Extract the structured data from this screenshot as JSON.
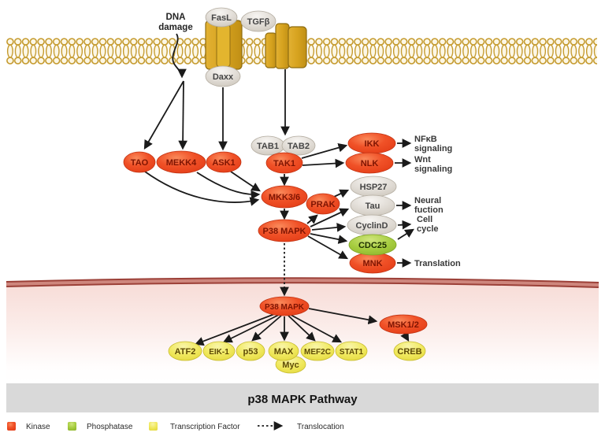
{
  "annotations": {
    "dna1": "DNA",
    "dna2": "damage"
  },
  "nodes": {
    "fasl": "FasL",
    "tgfb": "TGFβ",
    "daxx": "Daxx",
    "tab1": "TAB1",
    "tab2": "TAB2",
    "tak1": "TAK1",
    "tao": "TAO",
    "mekk4": "MEKK4",
    "ask1": "ASK1",
    "ikk": "IKK",
    "nlk": "NLK",
    "mkk36": "MKK3/6",
    "p38": "P38 MAPK",
    "prak": "PRAK",
    "hsp27": "HSP27",
    "tau": "Tau",
    "cyclind": "CyclinD",
    "cdc25": "CDC25",
    "mnk": "MNK",
    "p38_nuclear": "P38 MAPK",
    "msk12": "MSK1/2",
    "atf2": "ATF2",
    "eik1": "EIK-1",
    "p53": "p53",
    "max": "MAX",
    "myc": "Myc",
    "mef2c": "MEF2C",
    "stat1": "STAT1",
    "creb": "CREB"
  },
  "outputs": {
    "nfkb1": "NFκB",
    "nfkb2": "signaling",
    "wnt1": "Wnt",
    "wnt2": "signaling",
    "neural1": "Neural",
    "neural2": "fuction",
    "cell1": "Cell",
    "cell2": "cycle",
    "translation": "Translation"
  },
  "footer": {
    "title": "p38 MAPK Pathway"
  },
  "legend": {
    "kinase": "Kinase",
    "phosphatase": "Phosphatase",
    "transcription_factor": "Transcription Factor",
    "translocation": "Translocation"
  },
  "colors": {
    "kinase": "#EE4423",
    "phosphatase": "#9DC73A",
    "transcription_factor": "#EFE65C",
    "substrate": "#DCD8D0",
    "membrane_gold": "#C4992B",
    "nuclear_membrane": "#9C4038",
    "arrow": "#1A1A1A",
    "footer_bar": "#D9D9D9"
  }
}
